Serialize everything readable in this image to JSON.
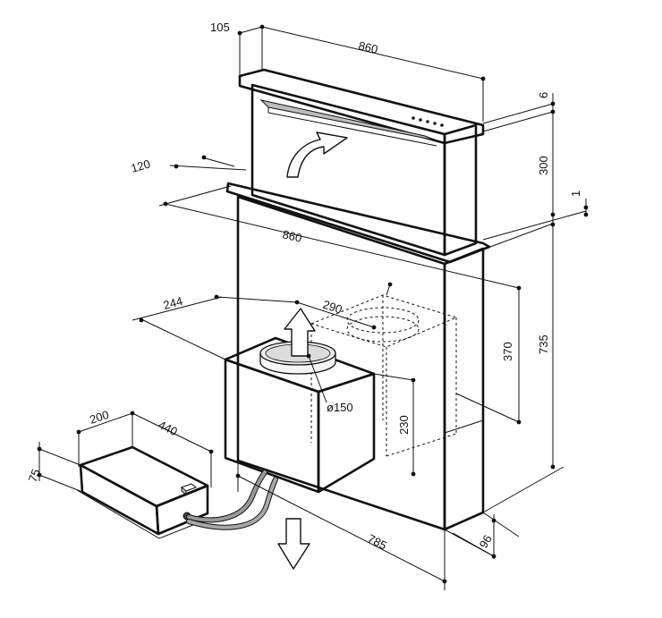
{
  "dimensions": {
    "top_depth": "105",
    "top_width": "860",
    "top_thickness": "6",
    "visible_height": "300",
    "panel_gap": "1",
    "cutout_depth": "120",
    "cutout_width": "860",
    "motor_offset": "244",
    "motor_spacing": "290",
    "motor_height": "370",
    "total_height": "735",
    "duct_diameter": "ø150",
    "outlet_height": "230",
    "box_depth": "200",
    "box_width": "440",
    "box_height": "75",
    "bottom_width": "785",
    "bottom_depth": "96"
  },
  "colors": {
    "line": "#111111",
    "panel_light": "#f2f2f2",
    "panel_mid": "#e4e4e4",
    "cable": "#8a8a8a"
  }
}
